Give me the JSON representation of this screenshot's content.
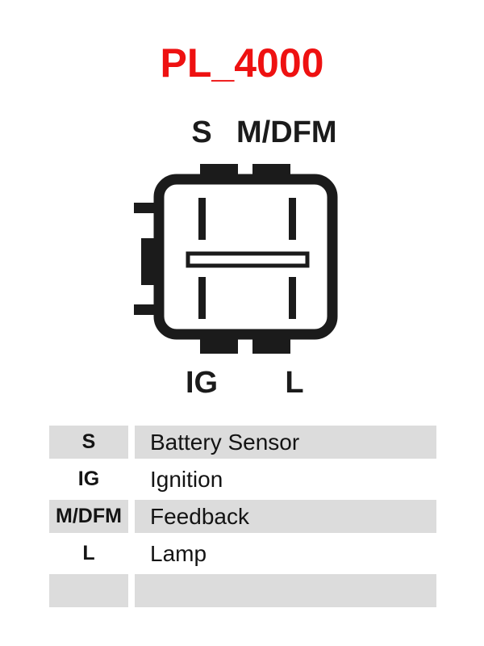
{
  "title": "PL_4000",
  "colors": {
    "title_red": "#ee1111",
    "ink": "#1b1b1b",
    "row_gray": "#dcdcdc",
    "background": "#ffffff"
  },
  "connector": {
    "name": "alternator-regulator-connector",
    "top_labels": [
      "S",
      "M/DFM"
    ],
    "bottom_labels": [
      "IG",
      "L"
    ],
    "pin_count": 4,
    "label_s": "S",
    "label_mdfm": "M/DFM",
    "label_ig": "IG",
    "label_l": "L"
  },
  "legend": {
    "columns": [
      "pin",
      "function"
    ],
    "rows": [
      {
        "pin": "S",
        "desc": "Battery Sensor",
        "shaded": true
      },
      {
        "pin": "IG",
        "desc": "Ignition",
        "shaded": false
      },
      {
        "pin": "M/DFM",
        "desc": "Feedback",
        "shaded": true
      },
      {
        "pin": "L",
        "desc": "Lamp",
        "shaded": false
      },
      {
        "pin": "",
        "desc": "",
        "shaded": true
      }
    ]
  }
}
